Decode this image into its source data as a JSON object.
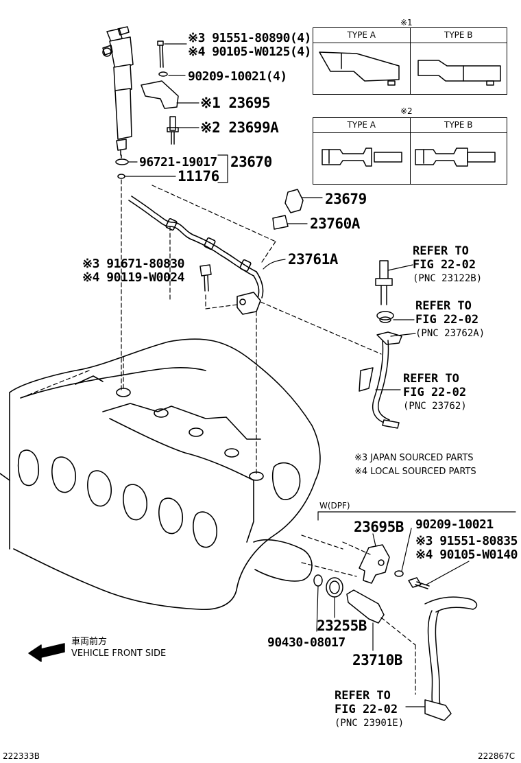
{
  "injector_labels": {
    "bolt_jp": "※3 91551-80890(4)",
    "bolt_local": "※4 90105-W0125(4)",
    "washer": "90209-10021(4)",
    "clamp": "※1 23695",
    "stud": "※2 23699A",
    "oring": "96721-19017",
    "injector": "23670",
    "gasket": "11176"
  },
  "pipe_labels": {
    "union": "23679",
    "clip": "23760A",
    "hose": "23761A",
    "bolt_jp": "※3 91671-80830",
    "bolt_local": "※4 90119-W0024"
  },
  "refs": [
    {
      "line1": "REFER TO",
      "line2": "FIG 22-02",
      "pnc": "(PNC 23122B)"
    },
    {
      "line1": "REFER TO",
      "line2": "FIG 22-02",
      "pnc": "(PNC 23762A)"
    },
    {
      "line1": "REFER TO",
      "line2": "FIG 22-02",
      "pnc": "(PNC 23762)"
    },
    {
      "line1": "REFER TO",
      "line2": "FIG 22-02",
      "pnc": "(PNC 23901E)"
    }
  ],
  "tables": [
    {
      "mark": "※1",
      "col_a": "TYPE A",
      "col_b": "TYPE B"
    },
    {
      "mark": "※2",
      "col_a": "TYPE A",
      "col_b": "TYPE B"
    }
  ],
  "notes": {
    "japan": "※3 JAPAN SOURCED PARTS",
    "local": "※4 LOCAL SOURCED PARTS"
  },
  "dpf": {
    "header": "W(DPF)",
    "clamp": "23695B",
    "washer": "90209-10021",
    "bolt_jp": "※3 91551-80835",
    "bolt_local": "※4 90105-W0140",
    "gasket": "90430-08017",
    "seal": "23255B",
    "injector": "23710B"
  },
  "direction": {
    "jp": "車両前方",
    "en": "VEHICLE FRONT SIDE"
  },
  "corner": {
    "left": "222333B",
    "right": "222867C"
  }
}
